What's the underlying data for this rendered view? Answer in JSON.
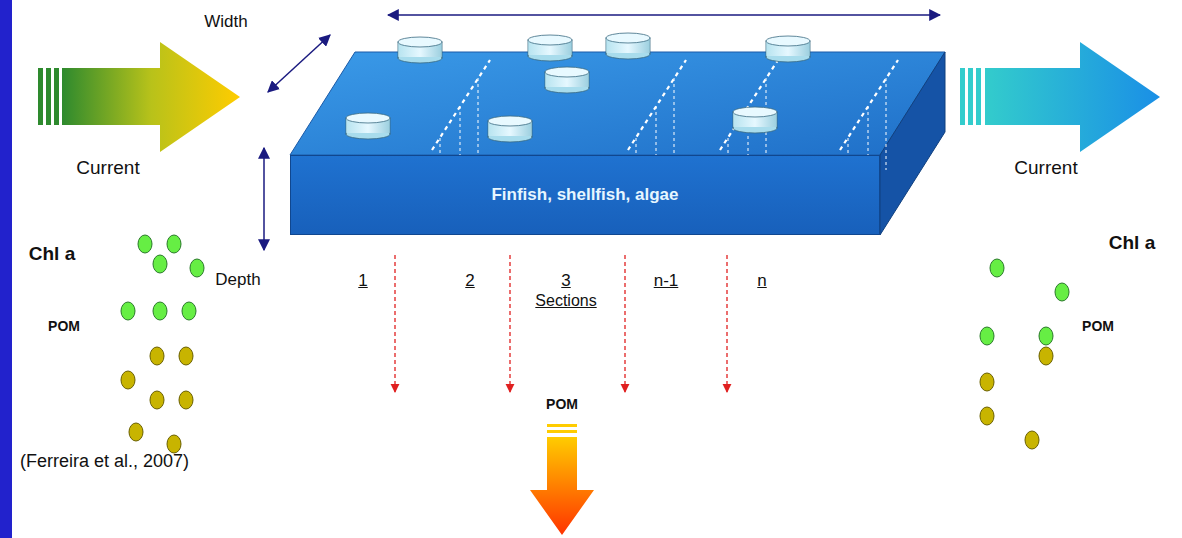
{
  "diagram": {
    "caption": "(Ferreira et al., 2007)",
    "nodes": [
      {
        "text": [
          "Finfish, shellfish, algae"
        ]
      }
    ],
    "labels": [
      "Width",
      "Current",
      "Current",
      "Chl a",
      "Chl a",
      "Depth",
      "1",
      "2",
      "3",
      "n-1",
      "n",
      "Sections",
      "POM",
      "POM",
      "POM"
    ]
  }
}
